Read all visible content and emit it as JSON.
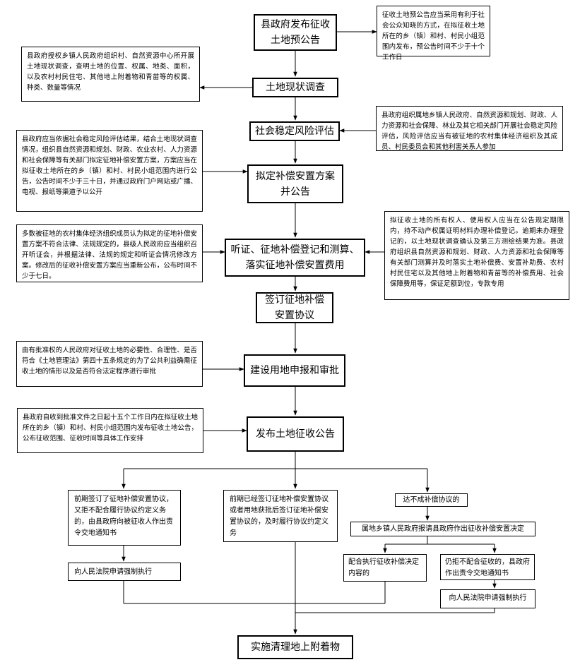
{
  "steps": {
    "pre_announce": "县政府发布征收\n土地预公告",
    "survey": "土地现状调查",
    "risk": "社会稳定风险评估",
    "plan": "拟定补偿安置方案\n并公告",
    "hearing": "听证、征地补偿登记和测算、\n落实征地补偿安置费用",
    "sign": "签订征地补偿\n安置协议",
    "apply": "建设用地申报和审批",
    "announce": "发布土地征收公告",
    "final": "实施清理地上附着物"
  },
  "notes": {
    "pre_announce": "征收土地预公告应当采用有利于社会公众知晓的方式，在拟征收土地所在的乡（镇）和村、村民小组范围内发布，预公告时间不少于十个工作日",
    "survey": "县政府授权乡镇人民政府组织村、自然资源中心所开展土地现状调查，查明土地的位置、权属、地类、面积，以及农村村民住宅、其他地上附着物和青苗等的权属、种类、数量等情况",
    "risk": "县政府组织属地乡镇人民政府、自然资源和规划、财政、人力资源和社会保障、林业及其它相关部门开展社会稳定风险评估，风险评估应当有被征地的农村集体经济组织及其成员、村民委员会和其他利害关系人参加",
    "plan": "县政府应当依据社会稳定风险评估结果，结合土地现状调查情况，组织县自然资源和规划、财政、农业农村、人力资源和社会保障等有关部门拟定征地补偿安置方案，方案应当在拟征收土地所在的乡（镇）和村、村民小组范围内进行公告，公告时间不少于三十日，并通过政府门户网站或广播、电视、报纸等渠道予以公开",
    "hearing_left": "多数被征地的农村集体经济组织成员认为拟定的征地补偿安置方案不符合法律、法规规定的，县级人民政府应当组织召开听证会，并根据法律、法规的规定和听证会情况修改方案。修改后的征收补偿安置方案应当重新公布，公布时间不少于七日。",
    "hearing_right": "拟征收土地的所有权人、使用权人应当在公告规定期限内，持不动产权属证明材料办理补偿登记。逾期未办理登记的，以土地现状调查确认及第三方测绘结果为准。县政府组织县自然资源和规划、财政、人力资源和社会保障等有关部门测算并及时落实土地补偿费、安置补助费、农村村民住宅以及其他地上附着物和青苗等的补偿费用、社会保障费用等，保证足额到位，专款专用",
    "apply": "由有批准权的人民政府对征收土地的必要性、合理性、是否符合《土地管理法》第四十五条规定的为了公共利益确需征收土地的情形以及是否符合法定程序进行审批",
    "announce": "县政府自收到批准文件之日起十五个工作日内在拟征收土地所在的乡（镇）和村、村民小组范围内发布征收土地公告，公布征收范围、征收时间等具体工作安排"
  },
  "branches": {
    "left_case": "前期签订了征地补偿安置协议，又拒不配合履行协议约定义务的，由县政府向被征收人作出责令交地通知书",
    "left_court": "向人民法院申请强制执行",
    "mid_case": "前期已经签订征地补偿安置协议或者用地获批后签订征地补偿安置协议的，及时履行协议约定义务",
    "right_case": "达不成补偿协议的",
    "right_decision": "属地乡镇人民政府报请县政府作出征收补偿安置决定",
    "right_comply": "配合执行征收补偿决定内容的",
    "right_refuse": "仍拒不配合征收的，县政府作出责令交地通知书",
    "right_court": "向人民法院申请强制执行"
  }
}
